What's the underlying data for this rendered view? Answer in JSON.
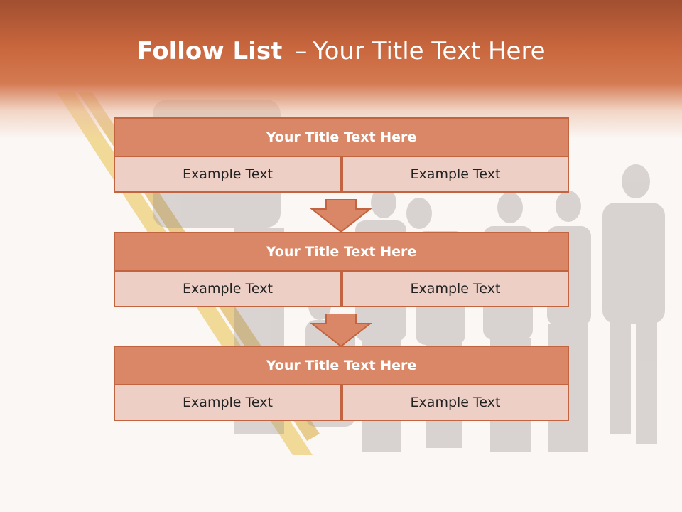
{
  "slide": {
    "title_bold": "Follow List",
    "title_sep": "–",
    "title_rest": "Your Title Text Here"
  },
  "blocks": [
    {
      "header": "Your Title Text Here",
      "left": "Example Text",
      "right": "Example Text"
    },
    {
      "header": "Your Title Text Here",
      "left": "Example Text",
      "right": "Example Text"
    },
    {
      "header": "Your Title Text Here",
      "left": "Example Text",
      "right": "Example Text"
    }
  ],
  "colors": {
    "header_band": "#c9673e",
    "block_header": "#d98766",
    "block_cell": "#edcfc6",
    "border": "#c2643f"
  }
}
